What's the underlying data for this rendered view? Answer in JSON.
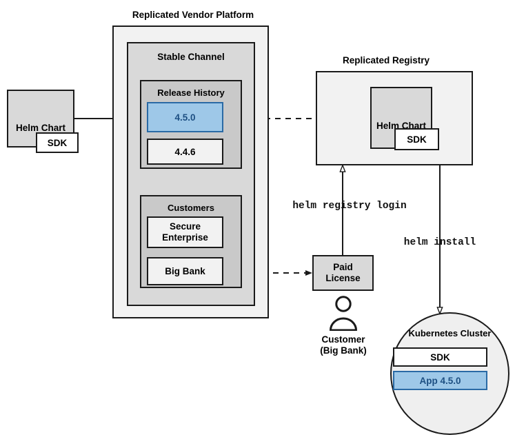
{
  "diagram": {
    "title": "Replicated Vendor Platform Helm distribution flow",
    "colors": {
      "accent_blue_fill": "#9ec8e8",
      "accent_blue_stroke": "#2a6aa5",
      "accent_blue_text": "#1d4f82",
      "stroke": "#1a1a1a",
      "fill_lightest": "#f2f2f2",
      "fill_light": "#d9d9d9",
      "fill_medium": "#c9c9c9",
      "background": "#ffffff"
    }
  },
  "source_chart": {
    "label": "Helm Chart",
    "sdk_label": "SDK"
  },
  "vendor_platform": {
    "title": "Replicated Vendor Platform",
    "stable_channel": {
      "title": "Stable Channel",
      "release_history": {
        "title": "Release History",
        "releases": [
          {
            "version": "4.5.0",
            "highlighted": true
          },
          {
            "version": "4.4.6",
            "highlighted": false
          }
        ]
      },
      "customers": {
        "title": "Customers",
        "entries": [
          {
            "name": "Secure\nEnterprise"
          },
          {
            "name": "Big Bank"
          }
        ]
      }
    }
  },
  "registry": {
    "title": "Replicated Registry",
    "chart_label": "Helm Chart",
    "sdk_label": "SDK"
  },
  "license": {
    "label": "Paid\nLicense"
  },
  "customer_actor": {
    "label": "Customer\n(Big Bank)",
    "icon": "person-icon"
  },
  "cluster": {
    "title": "Kubernetes Cluster",
    "items": [
      {
        "label": "SDK",
        "highlighted": false
      },
      {
        "label": "App 4.5.0",
        "highlighted": true
      }
    ]
  },
  "commands": {
    "registry_login": "helm registry login",
    "install": "helm install"
  }
}
